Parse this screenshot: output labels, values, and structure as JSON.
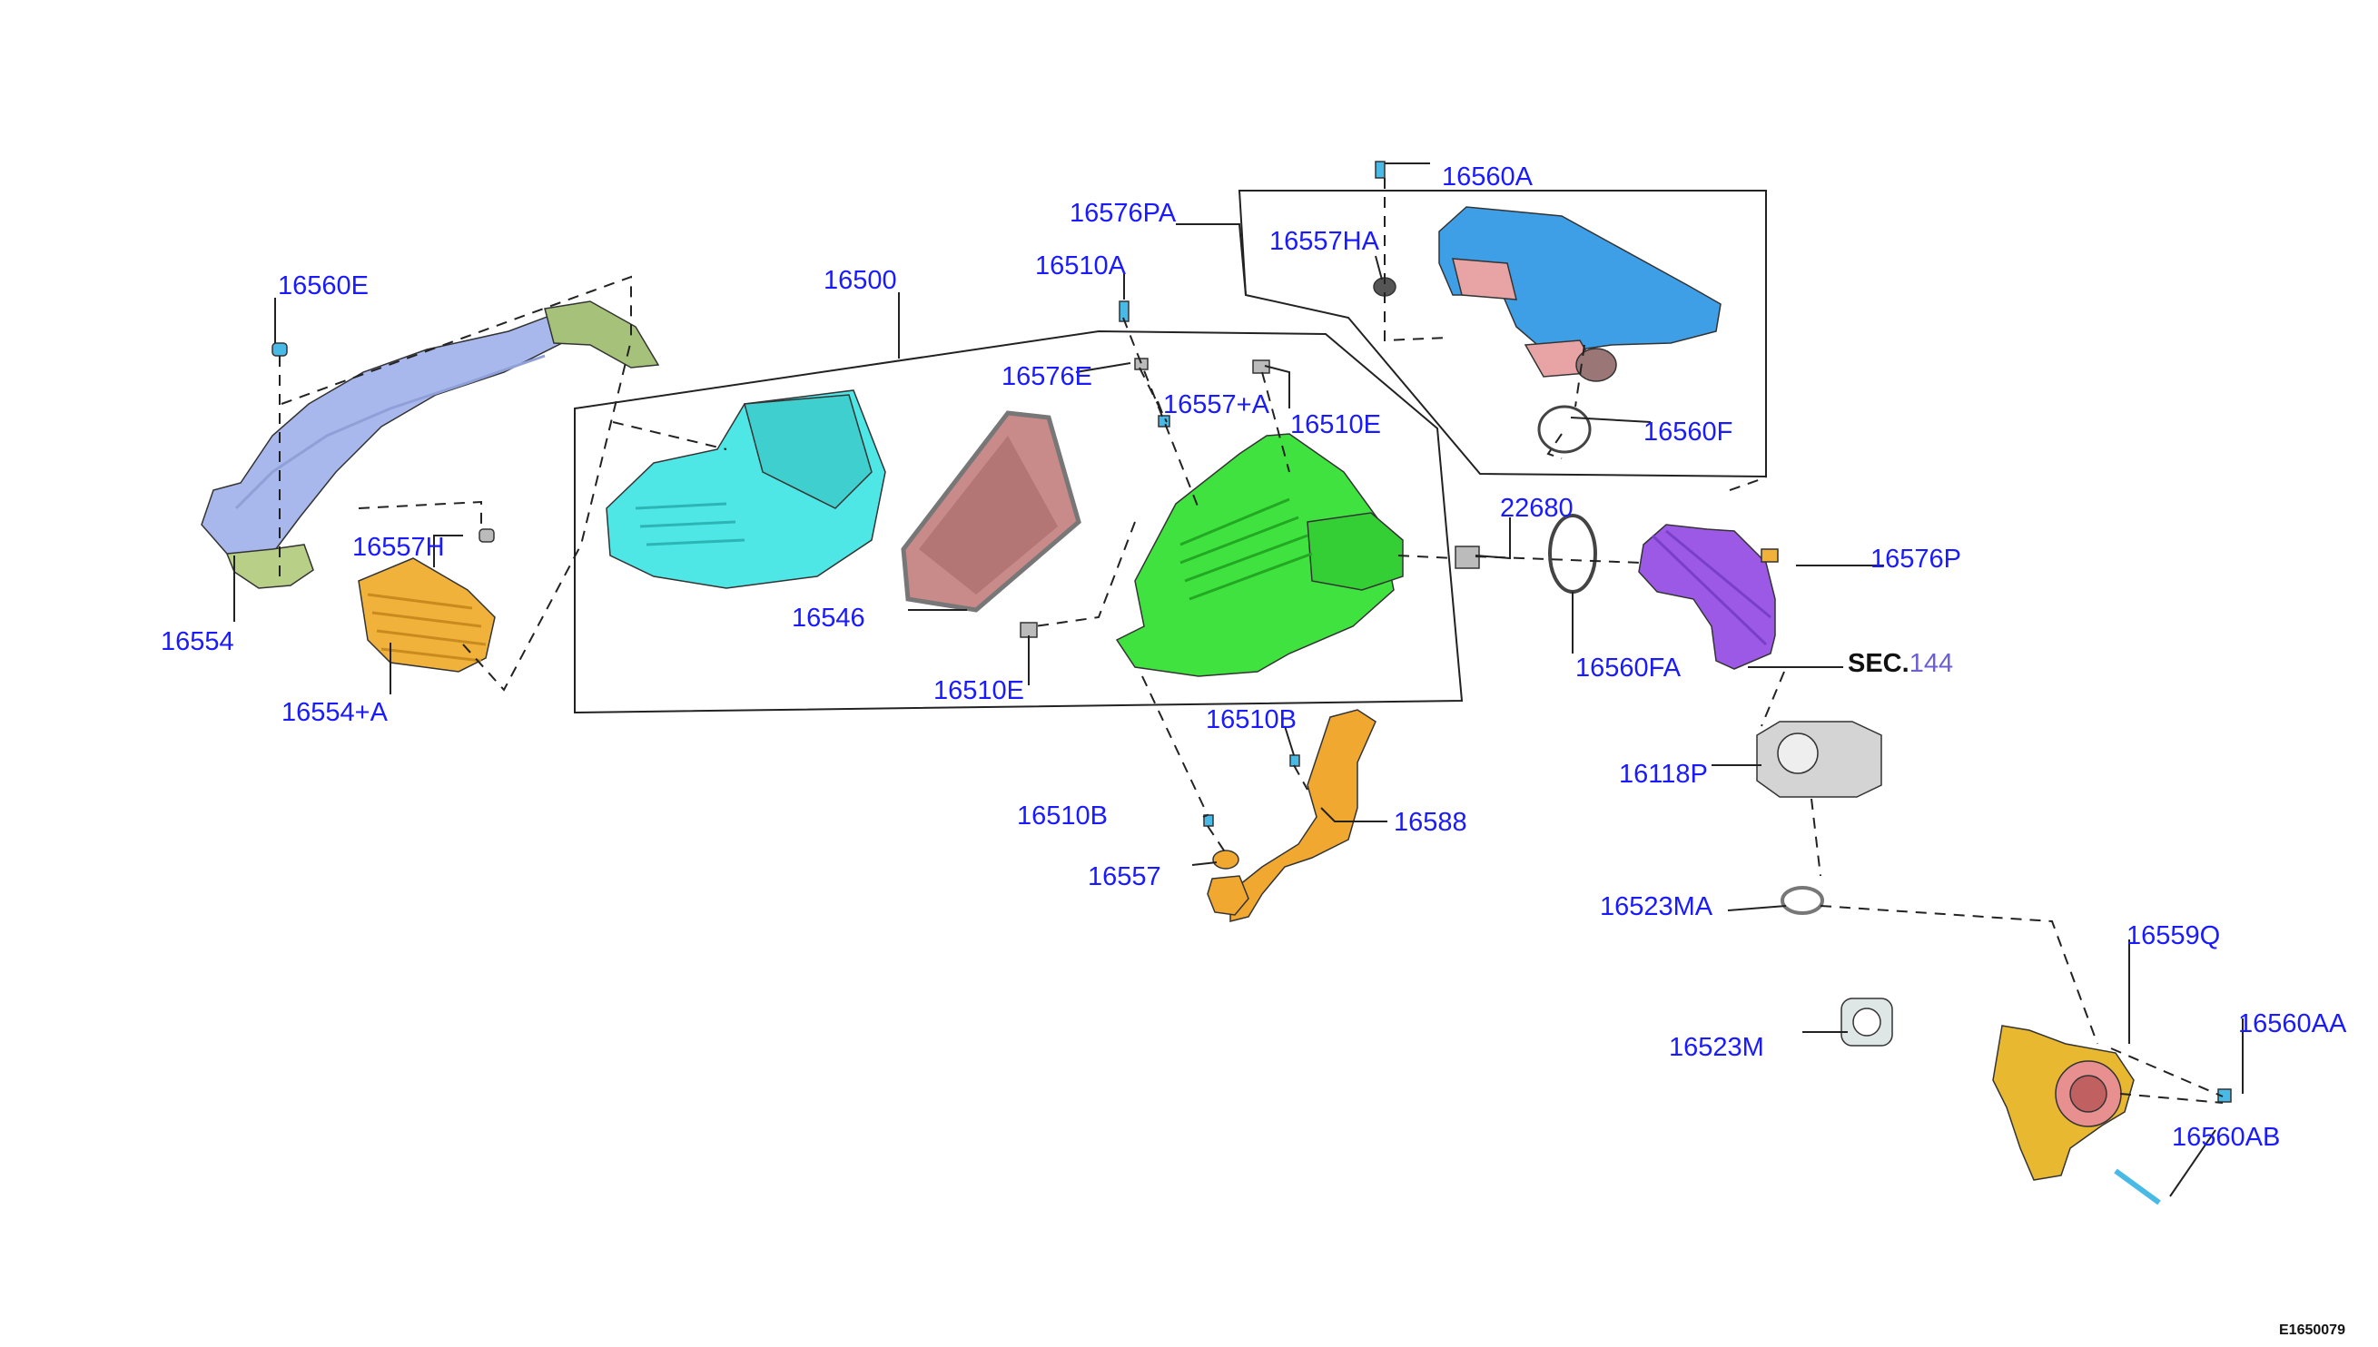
{
  "labels": {
    "p16560E": "16560E",
    "p16554": "16554",
    "p16557H": "16557H",
    "p16554A": "16554+A",
    "p16500": "16500",
    "p16546": "16546",
    "p16510E_low": "16510E",
    "p16510A": "16510A",
    "p16576E": "16576E",
    "p16557A": "16557+A",
    "p16510E_up": "16510E",
    "p16576PA": "16576PA",
    "p16557HA": "16557HA",
    "p16560A": "16560A",
    "p16560F": "16560F",
    "p22680": "22680",
    "p16560FA": "16560FA",
    "p16576P": "16576P",
    "sec_word": "SEC.",
    "sec_num": "144",
    "p16118P": "16118P",
    "p16510B_up": "16510B",
    "p16588": "16588",
    "p16510B_low": "16510B",
    "p16557": "16557",
    "p16523MA": "16523MA",
    "p16559Q": "16559Q",
    "p16560AA": "16560AA",
    "p16560AB": "16560AB",
    "p16523M": "16523M"
  },
  "figure_id": "E1650079",
  "colors": {
    "label": "#1a1aff",
    "duct": "#a9b8ec",
    "bellows": "#f0b23a",
    "lower_case": "#4fe6e6",
    "filter": "#c98a8a",
    "upper_case": "#3fe23f",
    "resonator": "#3f9fe6",
    "tube": "#9b59e6",
    "throttle": "#d4d4d4",
    "bracket": "#f0a830",
    "flange": "#e8b830"
  }
}
